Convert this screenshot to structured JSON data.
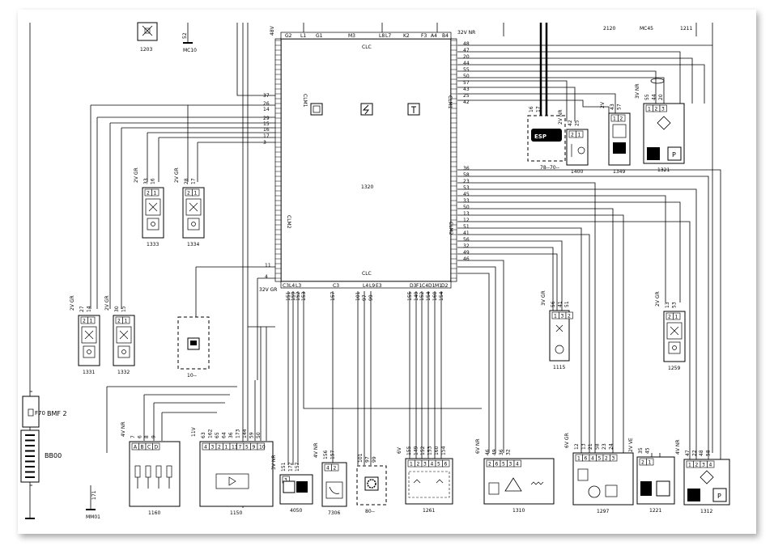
{
  "ecu": {
    "id": "1320",
    "top_label": "CLC",
    "bottom_label": "CLC",
    "left_top_connector": "CLM1",
    "left_bottom_connector": "CLM2",
    "right_top_connector": "CLM1",
    "right_bottom_connector": "CLM2",
    "top_voltage": "48V",
    "top_right_voltage": "32V NR",
    "bottom_left_voltage": "32V GR",
    "top_pins": [
      "G2",
      "L1",
      "G1",
      "M3",
      "L8",
      "L7",
      "K2",
      "F3",
      "A4",
      "B4"
    ],
    "bottom_pins": [
      "C3",
      "L4",
      "L3",
      "C3",
      "L4",
      "L9",
      "E3",
      "D3",
      "F1",
      "C4",
      "D1",
      "M1",
      "D2"
    ],
    "left_top_pins": [
      "37",
      "26",
      "14",
      "29",
      "15",
      "16",
      "17",
      "3"
    ],
    "left_bottom_pins": [
      "11",
      "4"
    ],
    "right_top_pins": [
      "48",
      "47",
      "20",
      "44",
      "55",
      "50",
      "57",
      "43",
      "25",
      "42"
    ],
    "right_bottom_pins": [
      "36",
      "58",
      "23",
      "53",
      "45",
      "33",
      "50",
      "13",
      "12",
      "51",
      "41",
      "56",
      "32",
      "49",
      "46"
    ],
    "bottom_wire_nums": [
      "151",
      "159",
      "152",
      "153",
      "157",
      "101",
      "97",
      "99",
      "155",
      "149",
      "152",
      "154",
      "160",
      "154"
    ]
  },
  "top_components": {
    "c1203": "1203",
    "mc10": "MC10",
    "mc10_wire": "52",
    "top_vals": [
      "2120",
      "MC45",
      "1211"
    ]
  },
  "components": [
    {
      "id": "1333",
      "conn": "2V GR",
      "pins": [
        "2",
        "1"
      ],
      "wires": [
        "33",
        "16"
      ]
    },
    {
      "id": "1334",
      "conn": "2V GR",
      "pins": [
        "2",
        "1"
      ],
      "wires": [
        "28",
        "17"
      ]
    },
    {
      "id": "1331",
      "conn": "2V GR",
      "pins": [
        "2",
        "1"
      ],
      "wires": [
        "27",
        "14"
      ]
    },
    {
      "id": "1332",
      "conn": "2V GR",
      "pins": [
        "2",
        "1"
      ],
      "wires": [
        "30",
        "15"
      ]
    },
    {
      "id": "10--",
      "conn": "",
      "pins": [],
      "wires": []
    },
    {
      "id": "78--70--",
      "conn": "",
      "pins": [],
      "wires": [
        "16",
        "17"
      ],
      "badge": "ESP"
    },
    {
      "id": "1400",
      "conn": "2V NR",
      "pins": [
        "2",
        "1"
      ],
      "wires": [
        "42",
        "25"
      ]
    },
    {
      "id": "1349",
      "conn": "2V",
      "pins": [
        "1",
        "2"
      ],
      "wires": [
        "43",
        "57"
      ]
    },
    {
      "id": "1321",
      "conn": "3V NR",
      "pins": [
        "1",
        "2",
        "3"
      ],
      "wires": [
        "55",
        "44",
        "20"
      ],
      "badge": "P"
    },
    {
      "id": "1115",
      "conn": "3V GR",
      "pins": [
        "1",
        "3",
        "2"
      ],
      "wires": [
        "56",
        "41",
        "51"
      ]
    },
    {
      "id": "1259",
      "conn": "2V GR",
      "pins": [
        "2",
        "1"
      ],
      "wires": [
        "13",
        "53"
      ]
    },
    {
      "id": "1160",
      "conn": "4V NR",
      "pins": [
        "A",
        "B",
        "C",
        "D"
      ],
      "wires": [
        "7",
        "6",
        "8",
        "9"
      ]
    },
    {
      "id": "1150",
      "conn": "11V",
      "pins": [
        "4",
        "3",
        "2",
        "1",
        "11",
        "7",
        "5",
        "9",
        "10"
      ],
      "wires": [
        "63",
        "162",
        "65",
        "64",
        "36",
        "173",
        "144",
        "59",
        "50"
      ]
    },
    {
      "id": "4050",
      "conn": "3V NR",
      "pins": [
        "3"
      ],
      "wires": [
        "151",
        "172",
        "157"
      ]
    },
    {
      "id": "7306",
      "conn": "4V NR",
      "pins": [
        "4",
        "2"
      ],
      "wires": [
        "156",
        "157"
      ]
    },
    {
      "id": "80--",
      "conn": "",
      "pins": [],
      "wires": [
        "101",
        "97",
        "99"
      ]
    },
    {
      "id": "1261",
      "conn": "6V",
      "pins": [
        "1",
        "2",
        "3",
        "4",
        "5",
        "6"
      ],
      "wires": [
        "155",
        "149",
        "152",
        "153",
        "160",
        "154"
      ]
    },
    {
      "id": "1310",
      "conn": "6V NR",
      "pins": [
        "2",
        "6",
        "5",
        "3",
        "4"
      ],
      "wires": [
        "46",
        "49",
        "36",
        "32"
      ]
    },
    {
      "id": "1297",
      "conn": "6V GR",
      "pins": [
        "1",
        "6",
        "4",
        "5",
        "2",
        "3"
      ],
      "wires": [
        "12",
        "13",
        "21",
        "58",
        "23",
        "24"
      ]
    },
    {
      "id": "1221",
      "conn": "2V VE",
      "pins": [
        "2",
        "1"
      ],
      "wires": [
        "35",
        "45"
      ]
    },
    {
      "id": "1312",
      "conn": "4V NR",
      "pins": [
        "1",
        "2",
        "3",
        "4"
      ],
      "wires": [
        "47",
        "22",
        "48",
        "58"
      ],
      "badge": "P"
    }
  ],
  "fuse": {
    "id": "F70",
    "box": "BMF 2"
  },
  "battery": {
    "id": "BB00"
  },
  "ground": {
    "id": "MM01",
    "wire": "171"
  }
}
